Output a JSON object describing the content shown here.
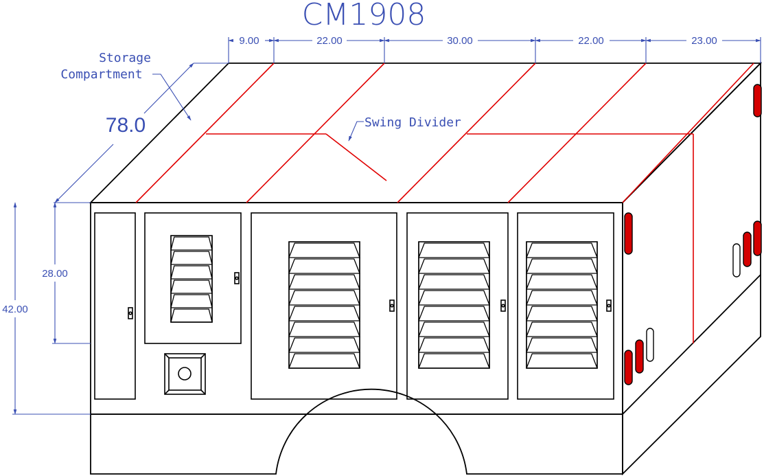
{
  "title": "CM1908",
  "top_dimensions": [
    "9.00",
    "22.00",
    "30.00",
    "22.00",
    "23.00"
  ],
  "depth_dimension": "78.0",
  "height_dimensions": {
    "compartment": "28.00",
    "overall": "42.00"
  },
  "annotations": {
    "storage_line1": "Storage",
    "storage_line2": "Compartment",
    "swing_divider": "Swing Divider"
  },
  "colors": {
    "outline": "#000000",
    "dimension": "#3a4fb3",
    "divider": "#e00000",
    "light": "#d40000"
  }
}
